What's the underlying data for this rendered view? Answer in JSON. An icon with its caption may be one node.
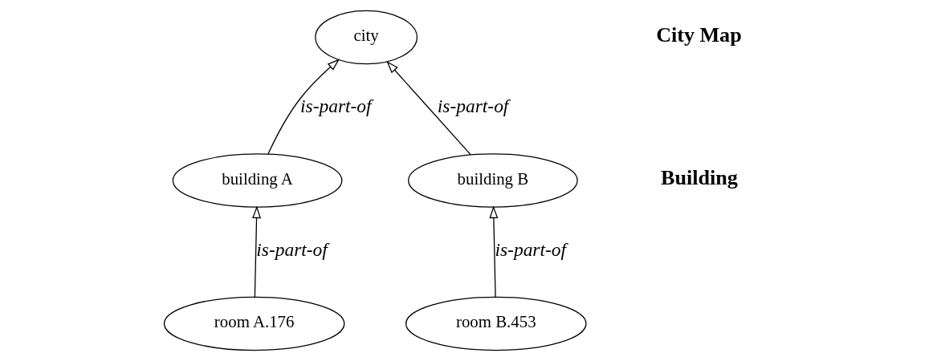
{
  "diagram": {
    "nodes": [
      {
        "text": [
          "city"
        ]
      },
      {
        "text": [
          "building A"
        ]
      },
      {
        "text": [
          "building B"
        ]
      },
      {
        "text": [
          "room A.176"
        ]
      },
      {
        "text": [
          "room B.453"
        ]
      }
    ],
    "edges": [
      {
        "from": 1,
        "to": 0,
        "arrow": "to",
        "label": "is-part-of"
      },
      {
        "from": 2,
        "to": 0,
        "arrow": "to",
        "label": "is-part-of"
      },
      {
        "from": 3,
        "to": 1,
        "arrow": "to",
        "label": "is-part-of"
      },
      {
        "from": 4,
        "to": 2,
        "arrow": "to",
        "label": "is-part-of"
      }
    ],
    "labels": [
      "City Map",
      "Building"
    ]
  }
}
